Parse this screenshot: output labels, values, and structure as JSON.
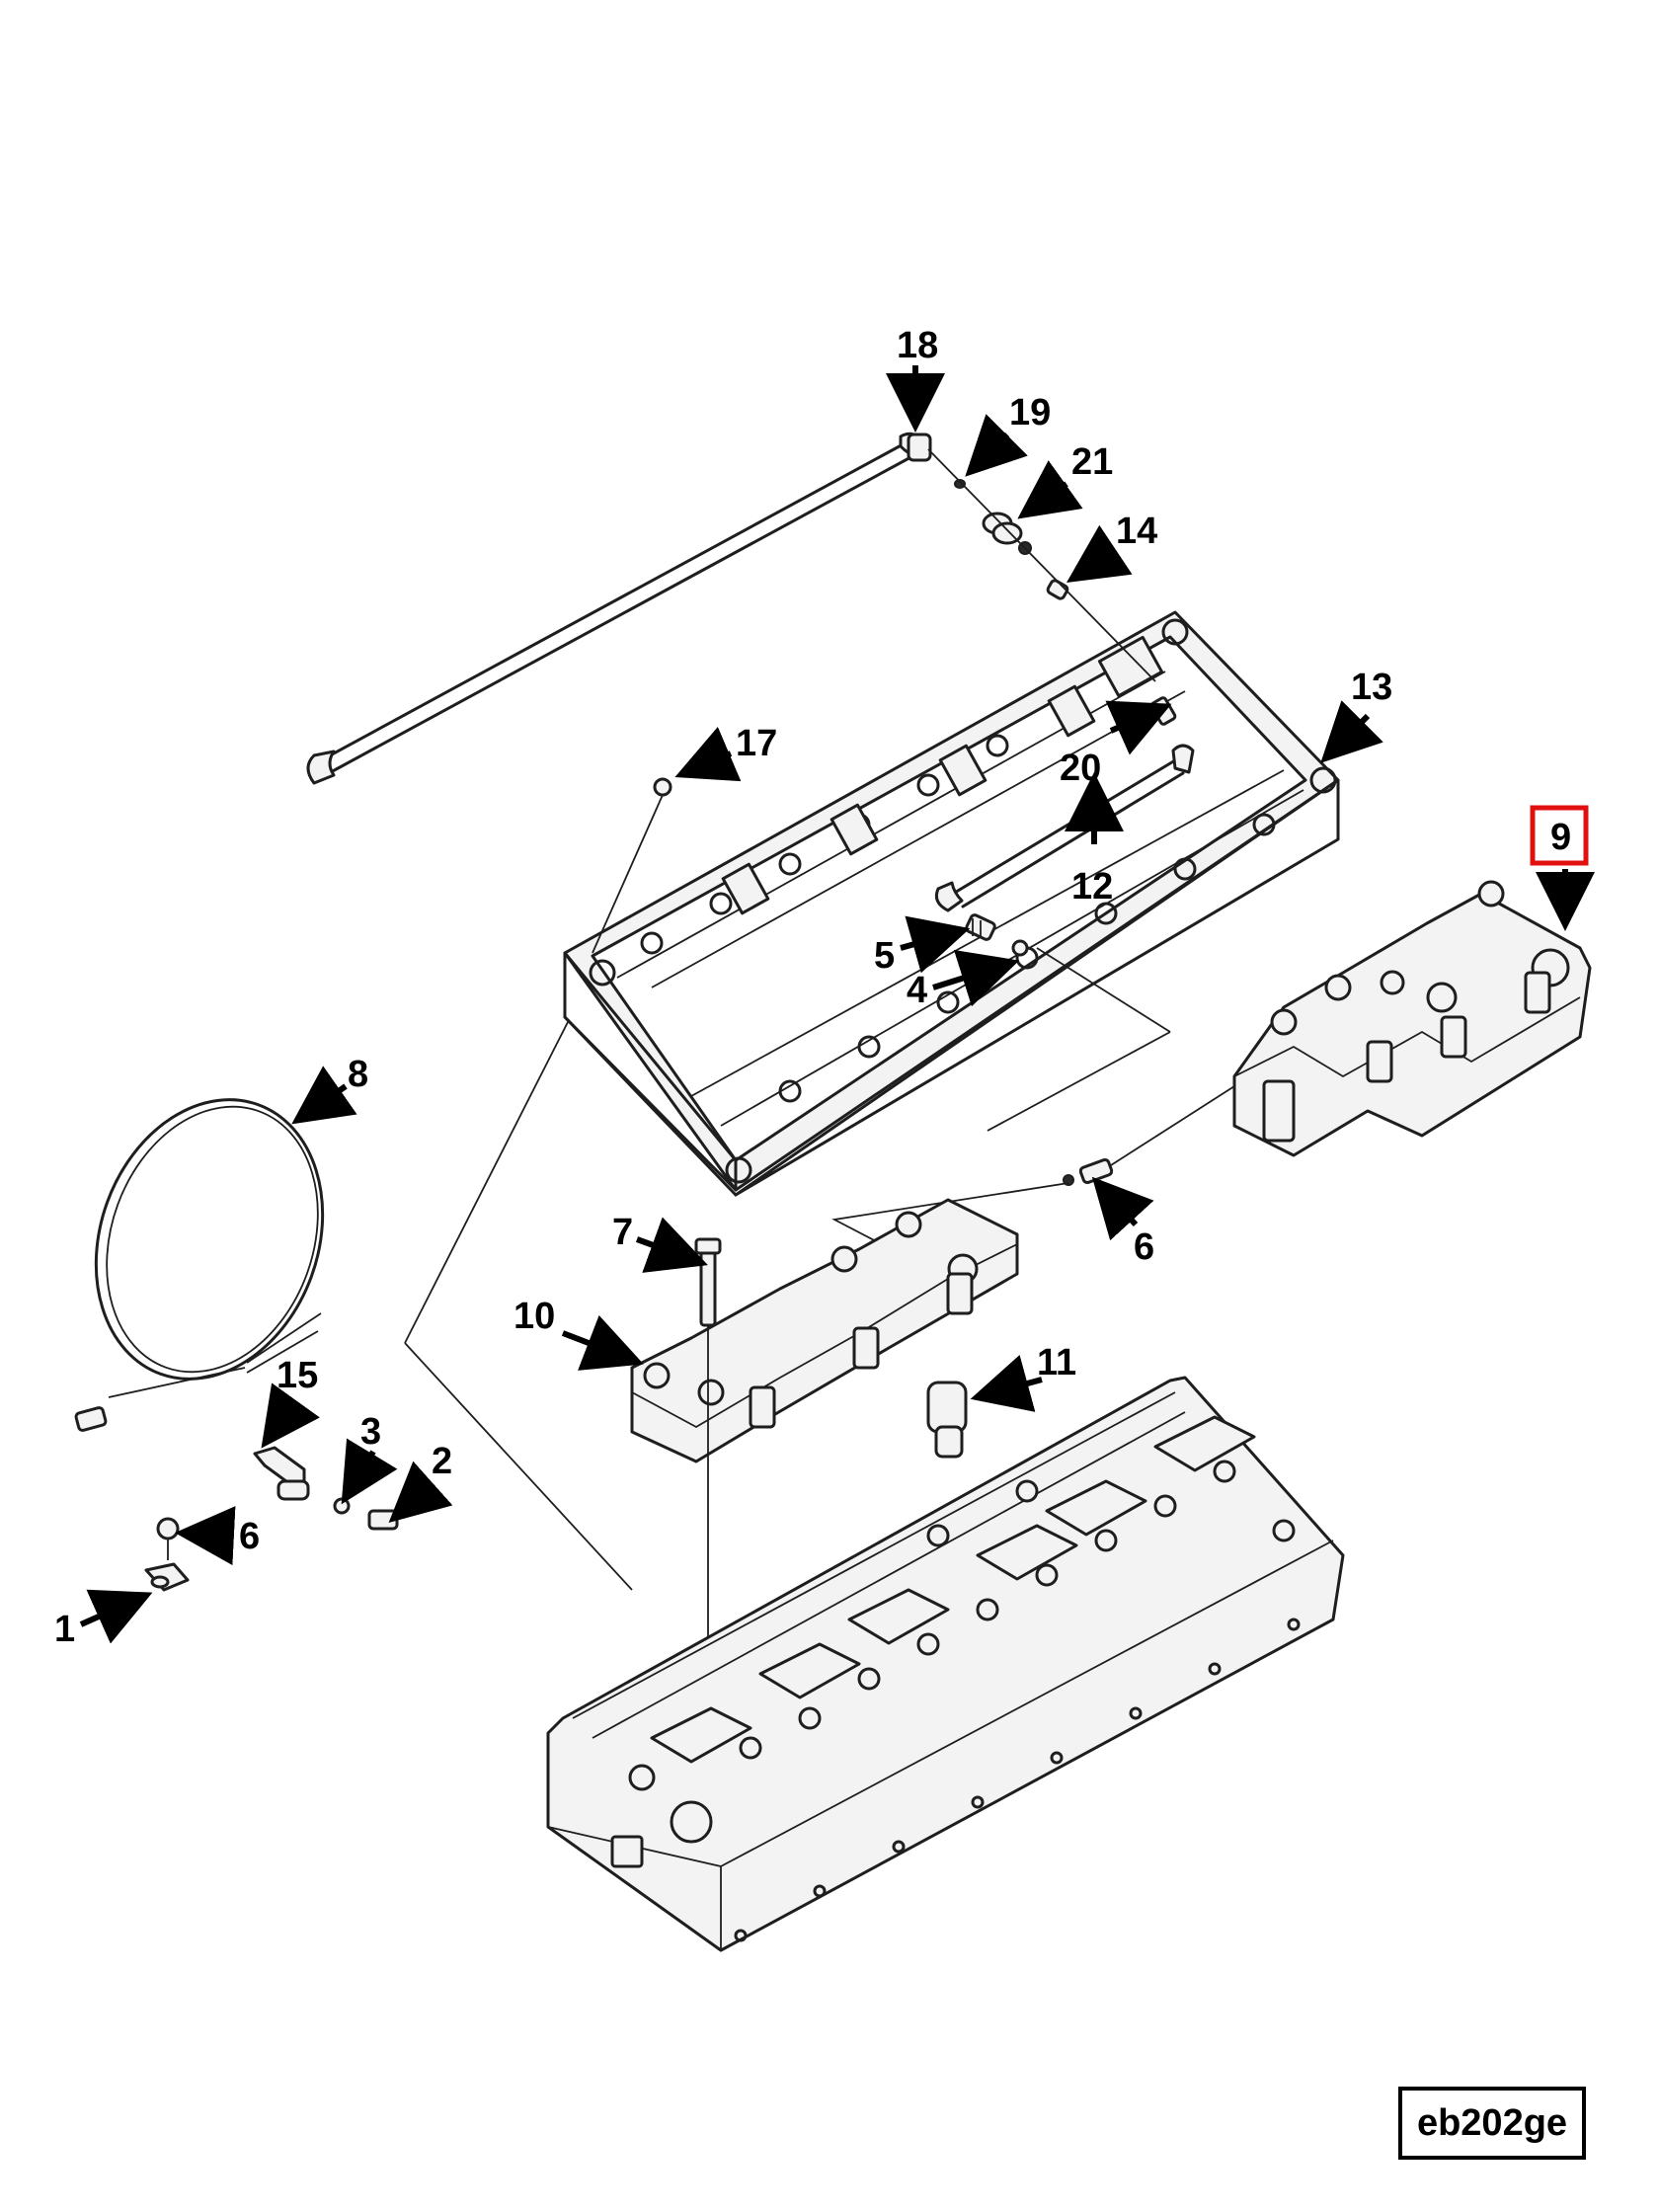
{
  "drawing_code": "eb202ge",
  "highlight_color": "#e01010",
  "callouts": [
    {
      "id": "c18",
      "label": "18"
    },
    {
      "id": "c19",
      "label": "19"
    },
    {
      "id": "c21",
      "label": "21"
    },
    {
      "id": "c14",
      "label": "14"
    },
    {
      "id": "c13",
      "label": "13"
    },
    {
      "id": "c17",
      "label": "17"
    },
    {
      "id": "c20",
      "label": "20"
    },
    {
      "id": "c12",
      "label": "12"
    },
    {
      "id": "c9",
      "label": "9"
    },
    {
      "id": "c5",
      "label": "5"
    },
    {
      "id": "c4",
      "label": "4"
    },
    {
      "id": "c8",
      "label": "8"
    },
    {
      "id": "c7",
      "label": "7"
    },
    {
      "id": "c6a",
      "label": "6"
    },
    {
      "id": "c10",
      "label": "10"
    },
    {
      "id": "c11",
      "label": "11"
    },
    {
      "id": "c15",
      "label": "15"
    },
    {
      "id": "c3",
      "label": "3"
    },
    {
      "id": "c2",
      "label": "2"
    },
    {
      "id": "c6b",
      "label": "6"
    },
    {
      "id": "c1",
      "label": "1"
    }
  ],
  "highlighted_callout": "9"
}
